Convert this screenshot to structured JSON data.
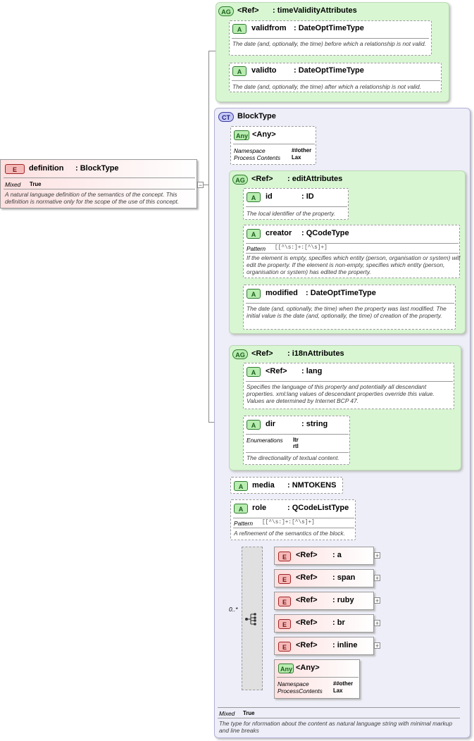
{
  "root": {
    "badge": "E",
    "name": "definition",
    "type": ": BlockType",
    "mixed_key": "Mixed",
    "mixed_val": "True",
    "doc": "A natural language definition of the semantics of the concept. This definition is normative only for the scope of the use of this concept."
  },
  "time_group": {
    "badge": "AG",
    "ref": "<Ref>",
    "name": ": timeValidityAttributes",
    "validfrom": {
      "badge": "A",
      "name": "validfrom",
      "type": ": DateOptTimeType",
      "doc": "The date (and, optionally, the time) before which a relationship is not valid."
    },
    "validto": {
      "badge": "A",
      "name": "validto",
      "type": ": DateOptTimeType",
      "doc": "The date (and, optionally, the time) after which a relationship is not valid."
    }
  },
  "complex_type": {
    "badge": "CT",
    "name": "BlockType",
    "any": {
      "badge": "Any",
      "name": "<Any>",
      "ns_key": "Namespace",
      "ns_val": "##other",
      "pc_key": "Process Contents",
      "pc_val": "Lax"
    },
    "edit_group": {
      "badge": "AG",
      "ref": "<Ref>",
      "name": ": editAttributes",
      "id": {
        "badge": "A",
        "name": "id",
        "type": ": ID",
        "doc": "The local identifier of the property."
      },
      "creator": {
        "badge": "A",
        "name": "creator",
        "type": ": QCodeType",
        "pattern_key": "Pattern",
        "pattern_val": "[[^\\s:]+:[^\\s]+]",
        "doc": "If the element is empty, specifies which entity (person, organisation or system) will edit the property. If the element is non-empty, specifies which entity (person, organisation or system) has edited the property."
      },
      "modified": {
        "badge": "A",
        "name": "modified",
        "type": ": DateOptTimeType",
        "doc": "The date (and, optionally, the time) when the property was last modified. The initial value is the date (and, optionally, the time) of creation of the property."
      }
    },
    "i18n_group": {
      "badge": "AG",
      "ref": "<Ref>",
      "name": ": i18nAttributes",
      "lang": {
        "badge": "A",
        "ref": "<Ref>",
        "name": ": lang",
        "doc": "Specifies the language of this property and potentially all descendant properties. xml:lang values of descendant properties override this value. Values are determined by Internet BCP 47."
      },
      "dir": {
        "badge": "A",
        "name": "dir",
        "type": ": string",
        "enum_key": "Enumerations",
        "enum_1": "ltr",
        "enum_2": "rtl",
        "doc": "The directionality of textual content."
      }
    },
    "media": {
      "badge": "A",
      "name": "media",
      "type": ": NMTOKENS"
    },
    "role": {
      "badge": "A",
      "name": "role",
      "type": ": QCodeListType",
      "pattern_key": "Pattern",
      "pattern_val": "[[^\\s:]+:[^\\s]+]",
      "doc": "A refinement of the semantics of the block."
    },
    "choice_occurs": "0..*",
    "choice_items": [
      {
        "badge": "E",
        "ref": "<Ref>",
        "name": ": a"
      },
      {
        "badge": "E",
        "ref": "<Ref>",
        "name": ": span"
      },
      {
        "badge": "E",
        "ref": "<Ref>",
        "name": ": ruby"
      },
      {
        "badge": "E",
        "ref": "<Ref>",
        "name": ": br"
      },
      {
        "badge": "E",
        "ref": "<Ref>",
        "name": ": inline"
      }
    ],
    "choice_any": {
      "badge": "Any",
      "name": "<Any>",
      "ns_key": "Namespace",
      "ns_val": "##other",
      "pc_key": "ProcessContents",
      "pc_val": "Lax"
    },
    "mixed_key": "Mixed",
    "mixed_val": "True",
    "doc": "The type for nformation about the content as natural language string with minimal markup and line breaks"
  }
}
